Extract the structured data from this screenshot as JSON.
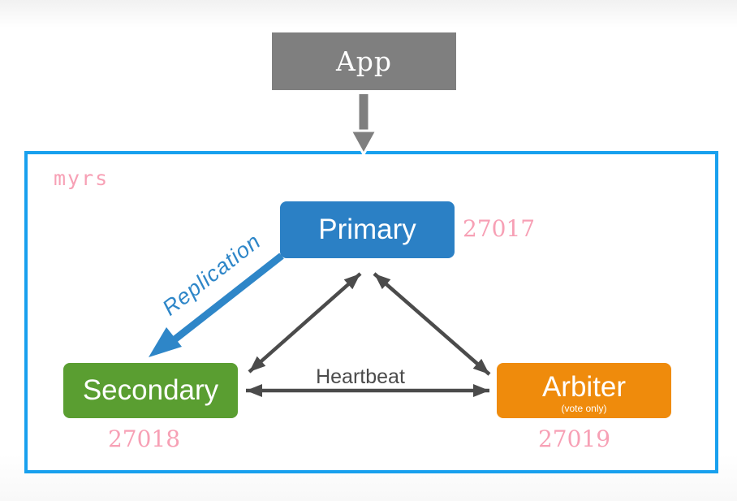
{
  "app": {
    "label": "App"
  },
  "cluster": {
    "name": "myrs"
  },
  "nodes": {
    "primary": {
      "label": "Primary",
      "port": "27017"
    },
    "secondary": {
      "label": "Secondary",
      "port": "27018"
    },
    "arbiter": {
      "label": "Arbiter",
      "note": "(vote only)",
      "port": "27019"
    }
  },
  "edges": {
    "replication": {
      "label": "Replication"
    },
    "heartbeat": {
      "label": "Heartbeat"
    }
  },
  "colors": {
    "app-gray": "#7f7f7f",
    "border-blue": "#18a0ee",
    "node-blue": "#2b80c5",
    "node-green": "#5a9e31",
    "node-orange": "#ef8b0c",
    "pink": "#f7a0b5",
    "dark-arrow": "#4b4b4b",
    "replication-blue": "#2e86c8"
  }
}
